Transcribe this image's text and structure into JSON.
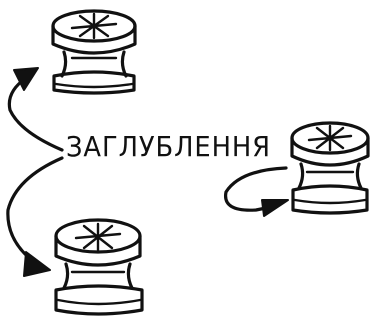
{
  "diagram": {
    "label": "ЗАГЛУБЛЕННЯ",
    "nodes": [
      {
        "name": "router-top-left",
        "icon": "router-icon"
      },
      {
        "name": "router-right",
        "icon": "router-icon"
      },
      {
        "name": "router-bottom-left",
        "icon": "router-icon"
      }
    ],
    "arrows": [
      {
        "name": "arrow-to-top-router"
      },
      {
        "name": "arrow-to-bottom-router"
      },
      {
        "name": "arrow-to-right-router"
      }
    ],
    "colors": {
      "ink": "#111111",
      "background": "#ffffff"
    }
  }
}
